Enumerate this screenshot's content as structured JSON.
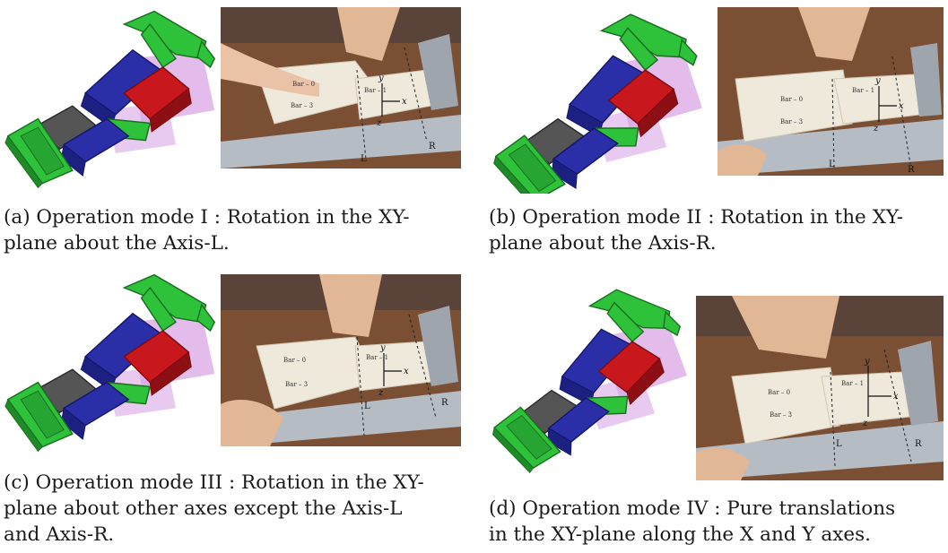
{
  "panels": [
    {
      "id": "a",
      "caption_lines": [
        "(a) Operation mode I : Rotation in the XY-",
        "plane about the Axis-L."
      ],
      "photo_labels": {
        "bar0": "Bar – 0",
        "bar1": "Bar – 1",
        "bar3": "Bar – 3",
        "y": "y",
        "x": "x",
        "z": "z",
        "axisL": "L",
        "axisR": "R"
      }
    },
    {
      "id": "b",
      "caption_lines": [
        "(b) Operation mode II : Rotation in the XY-",
        "plane about the Axis-R."
      ],
      "photo_labels": {
        "bar0": "Bar – 0",
        "bar1": "Bar – 1",
        "bar3": "Bar – 3",
        "y": "y",
        "x": "x",
        "z": "z",
        "axisL": "L",
        "axisR": "R"
      }
    },
    {
      "id": "c",
      "caption_lines": [
        "(c) Operation mode III : Rotation in the XY-",
        "plane about other axes except the Axis-L",
        "and Axis-R."
      ],
      "photo_labels": {
        "bar0": "Bar – 0",
        "bar1": "Bar – 1",
        "bar3": "Bar – 3",
        "y": "y",
        "x": "x",
        "z": "z",
        "axisL": "L",
        "axisR": "R"
      }
    },
    {
      "id": "d",
      "caption_lines": [
        "(d) Operation mode IV : Pure translations",
        "in the XY-plane along the X and Y axes."
      ],
      "photo_labels": {
        "bar0": "Bar – 0",
        "bar1": "Bar – 1",
        "bar3": "Bar – 3",
        "y": "y",
        "x": "x",
        "z": "z",
        "axisL": "L",
        "axisR": "R"
      }
    }
  ],
  "colors": {
    "green": "#2ec13a",
    "blue": "#2a2fa8",
    "red": "#c8171d",
    "grey": "#555555",
    "pink": "#d9a6e6",
    "wood": "#8a5a3a",
    "printed": "#efe9dc"
  }
}
